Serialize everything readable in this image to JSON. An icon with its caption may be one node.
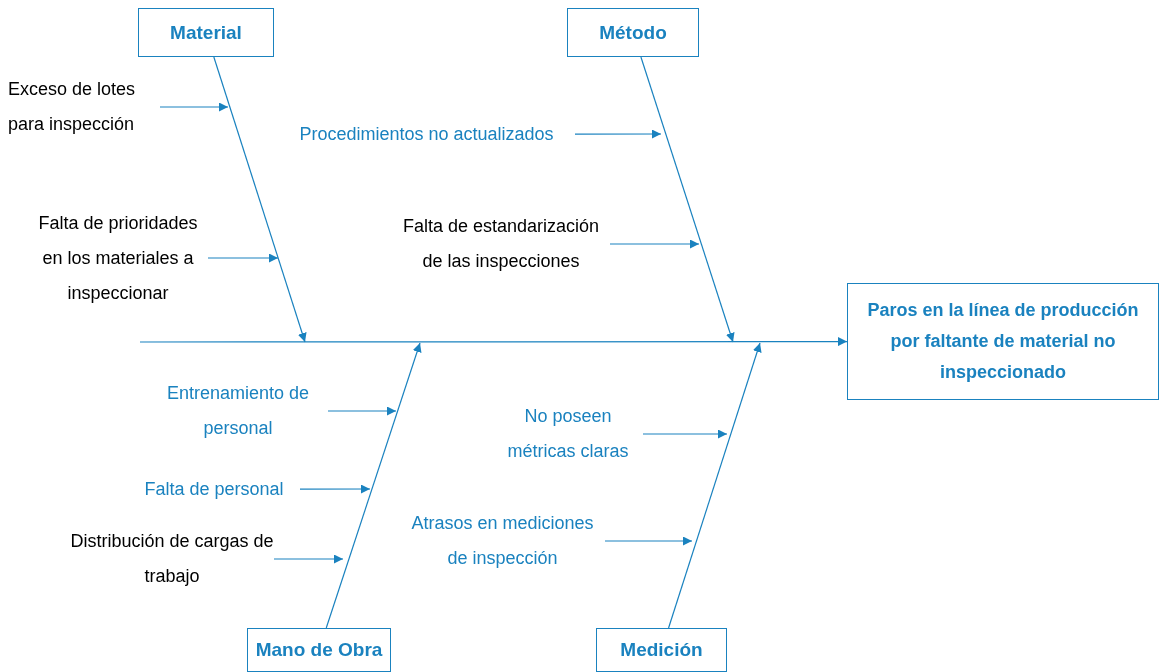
{
  "diagram": {
    "nodes": [
      {
        "text": [
          "Material"
        ]
      },
      {
        "text": [
          "Método"
        ]
      },
      {
        "text": [
          "Exceso de lotes para inspección"
        ]
      },
      {
        "text": [
          "Procedimientos no actualizados"
        ]
      },
      {
        "text": [
          "Falta de prioridades en los materiales a inspeccionar"
        ]
      },
      {
        "text": [
          "Falta de estandarización de las inspecciones"
        ]
      },
      {
        "text": [
          "Paros en la línea de producción por faltante de material no inspeccionado"
        ]
      },
      {
        "text": [
          "Entrenamiento de personal"
        ]
      },
      {
        "text": [
          "No poseen métricas claras"
        ]
      },
      {
        "text": [
          "Falta de personal"
        ]
      },
      {
        "text": [
          "Atrasos en mediciones de inspección"
        ]
      },
      {
        "text": [
          "Distribución de cargas de trabajo"
        ]
      },
      {
        "text": [
          "Mano de Obra"
        ]
      },
      {
        "text": [
          "Medición"
        ]
      }
    ],
    "edges": [
      {
        "from": 0,
        "to": null,
        "arrow": "to"
      },
      {
        "from": 1,
        "to": null,
        "arrow": "to"
      },
      {
        "from": 12,
        "to": null,
        "arrow": "to"
      },
      {
        "from": 13,
        "to": null,
        "arrow": "to"
      },
      {
        "from": null,
        "to": 6,
        "arrow": "to"
      },
      {
        "from": 2,
        "to": null,
        "arrow": "to"
      },
      {
        "from": 4,
        "to": null,
        "arrow": "to"
      },
      {
        "from": 3,
        "to": null,
        "arrow": "to"
      },
      {
        "from": 5,
        "to": null,
        "arrow": "to"
      },
      {
        "from": 7,
        "to": null,
        "arrow": "to"
      },
      {
        "from": 9,
        "to": null,
        "arrow": "to"
      },
      {
        "from": 11,
        "to": null,
        "arrow": "to"
      },
      {
        "from": 8,
        "to": null,
        "arrow": "to"
      },
      {
        "from": 10,
        "to": null,
        "arrow": "to"
      }
    ]
  }
}
